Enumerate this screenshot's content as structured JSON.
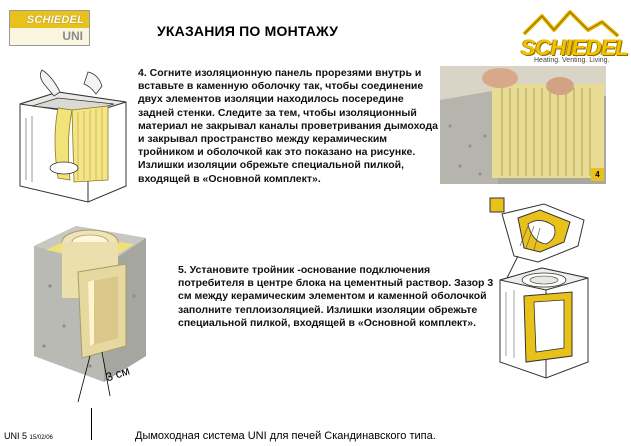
{
  "brand_box": {
    "top": "SCHIEDEL",
    "bottom": "UNI"
  },
  "title": "УКАЗАНИЯ ПО МОНТАЖУ",
  "logo": {
    "word": "SCHIEDEL",
    "tagline": "Heating. Venting. Living."
  },
  "step4": "4. Согните изоляционную панель прорезями внутрь и вставьте в каменную оболочку так, чтобы соединение двух элементов изоляции находилось посередине задней стенки. Следите за тем, чтобы изоляционный материал не закрывал каналы проветривания дымохода и закрывал пространство между керамическим тройником и оболочкой как это показано на рисунке. Излишки изоляции обрежьте специальной пилкой, входящей в «Основной комплект».",
  "photo_badge": "4",
  "step5": "5. Установите тройник -основание подключения потребителя в центре блока на цементный раствор. Зазор 3 см между керамическим элементом и каменной оболочкой заполните теплоизоляцией. Излишки изоляции обрежьте специальной пилкой, входящей в «Основной комплект».",
  "gap_label": "3 см",
  "footer": {
    "code": "UNI  5",
    "date": "15/02/06",
    "text": "Дымоходная система UNI для печей Скандинавского типа."
  },
  "colors": {
    "accent": "#e8c21a",
    "insulation": "#f2e27a",
    "block": "#b9bab4"
  }
}
